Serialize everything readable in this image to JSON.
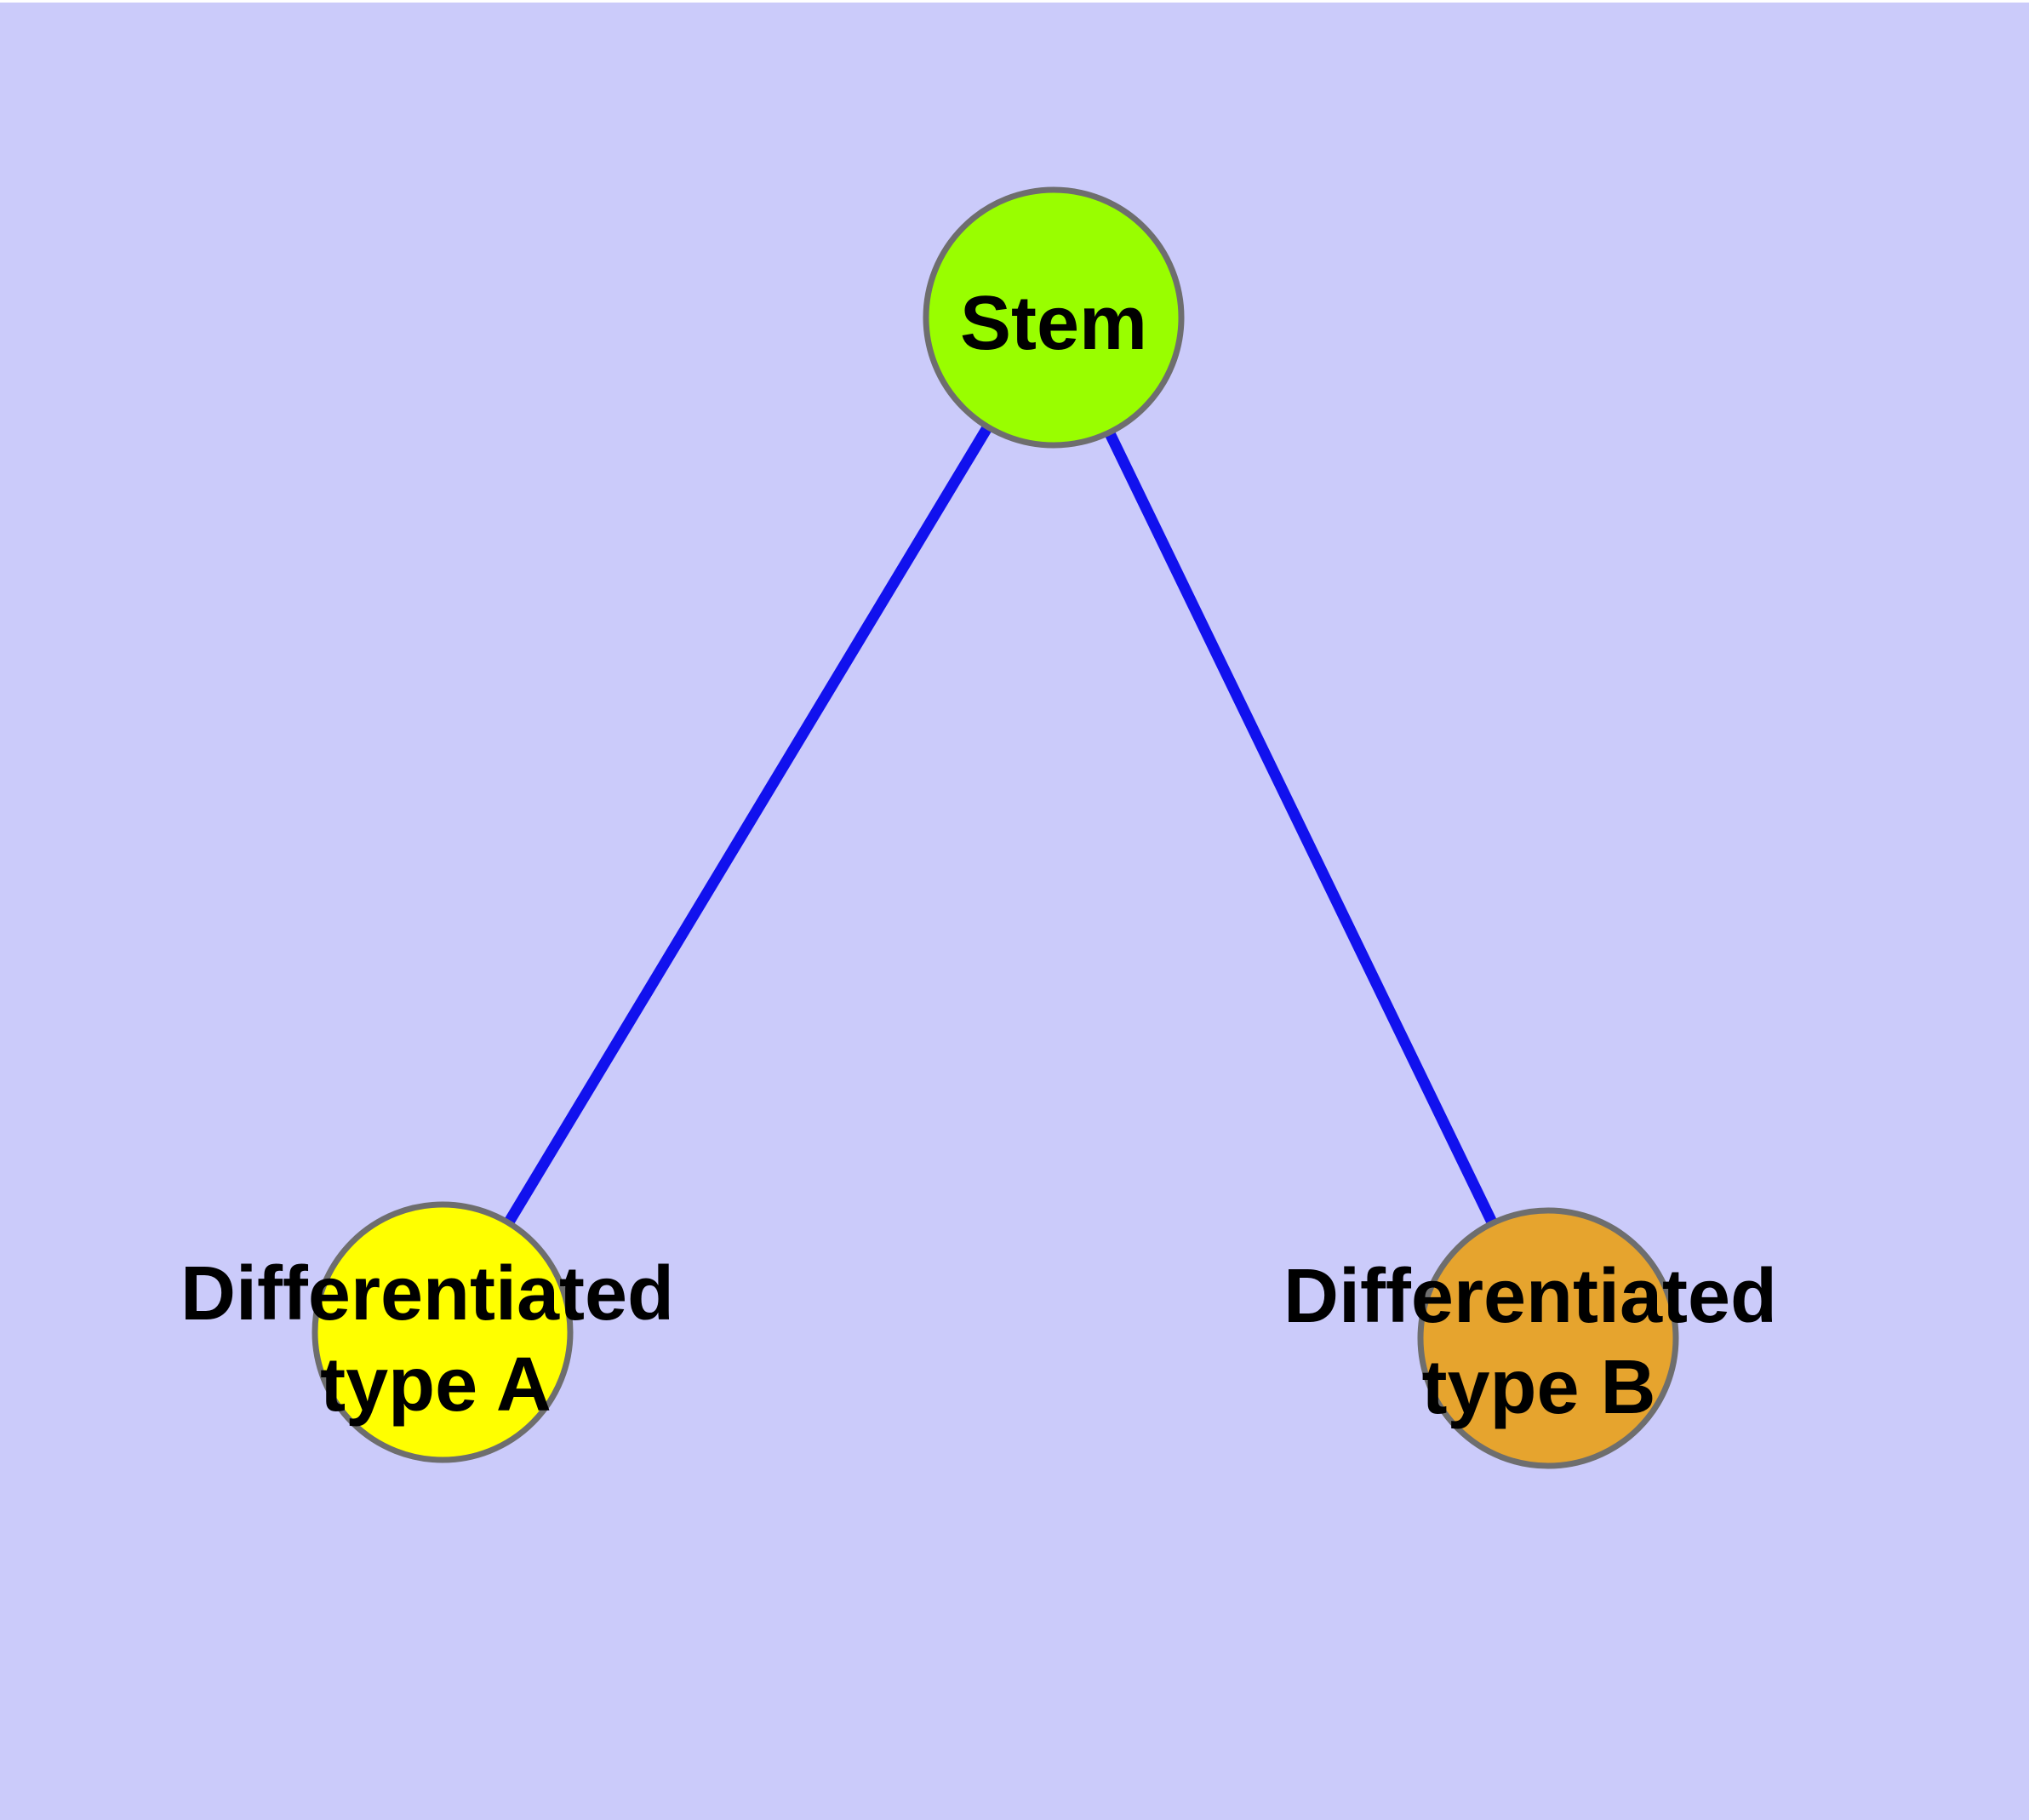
{
  "diagram": {
    "background_color": "#CBCBFA",
    "edge_color": "#1111EE",
    "node_border_color": "#6E6E6E",
    "text_color": "#000000",
    "nodes": [
      {
        "id": "stem",
        "label": "Stem",
        "fill_color": "#99FE00"
      },
      {
        "id": "differentiated-type-a",
        "label_line1": "Differentiated",
        "label_line2": "type A",
        "fill_color": "#FFFF00"
      },
      {
        "id": "differentiated-type-b",
        "label_line1": "Differentiated",
        "label_line2": "type B",
        "fill_color": "#E6A42E"
      }
    ],
    "edges": [
      {
        "from": "Stem",
        "to": "Differentiated type A"
      },
      {
        "from": "Stem",
        "to": "Differentiated type B"
      }
    ]
  }
}
